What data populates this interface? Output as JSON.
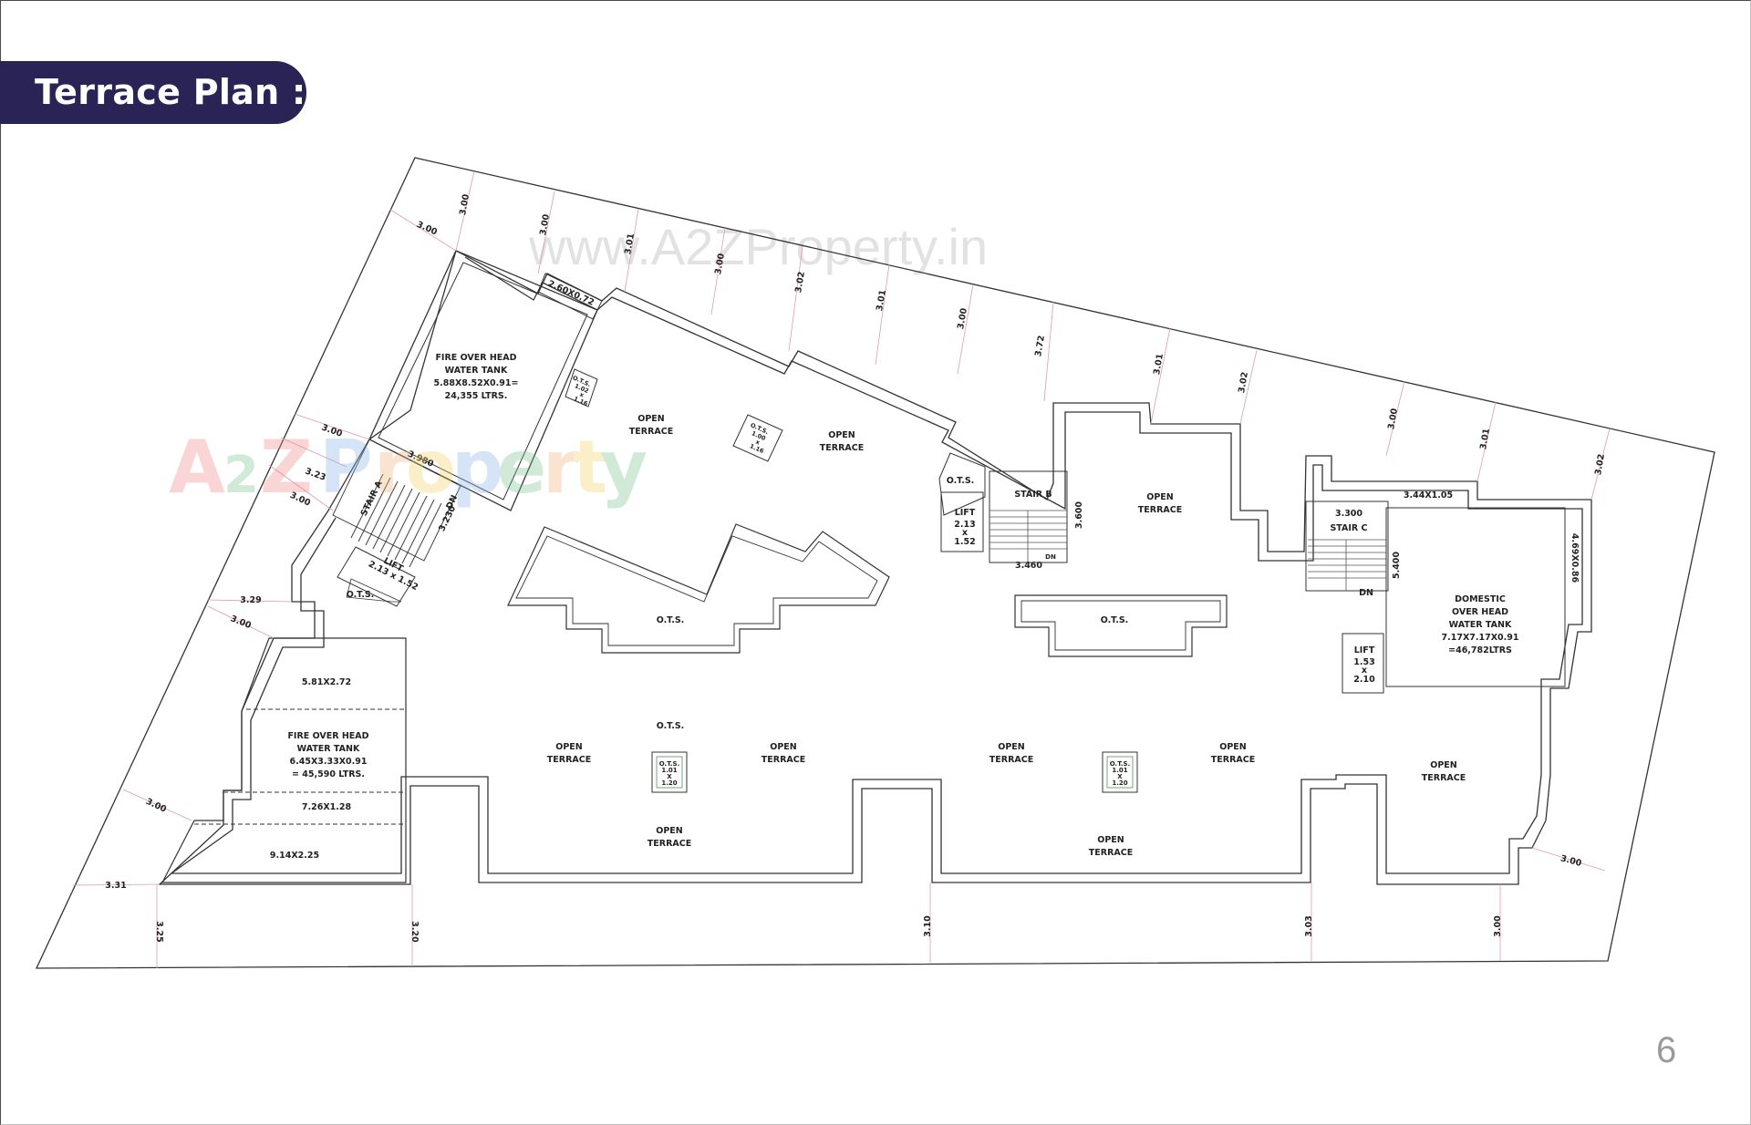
{
  "header": {
    "title": "Terrace Plan :"
  },
  "footer": {
    "page_number": "6"
  },
  "watermark": {
    "url": "www.A2ZProperty.in",
    "logo_letters": [
      "A",
      "2",
      "Z",
      "P",
      "r",
      "o",
      "p",
      "e",
      "r",
      "t",
      "y"
    ],
    "logo_colors": [
      "#ef8a8a",
      "#7cc48f",
      "#ef8a8a",
      "#8db3ec",
      "#f3b27a",
      "#f5d36a",
      "#8db3ec",
      "#7cc48f",
      "#f3b27a",
      "#f5d36a",
      "#7cc48f"
    ]
  },
  "colors": {
    "title_bg": "#2a2356",
    "title_text": "#ffffff",
    "wall": "#333333",
    "dimension": "#e39aa8",
    "page_num": "#9a9a9a"
  },
  "plan": {
    "fire_tank_1": {
      "lines": [
        "FIRE OVER HEAD",
        "WATER TANK",
        "5.88X8.52X0.91=",
        "24,355 LTRS."
      ]
    },
    "fire_tank_2": {
      "lines": [
        "FIRE OVER HEAD",
        "WATER TANK",
        "6.45X3.33X0.91",
        "= 45,590  LTRS."
      ]
    },
    "domestic_tank": {
      "lines": [
        "DOMESTIC",
        "OVER HEAD",
        "WATER TANK",
        "7.17X7.17X0.91",
        "=46,782LTRS"
      ]
    },
    "rooms": {
      "r_581": "5.81X2.72",
      "r_726": "7.26X1.28",
      "r_914": "9.14X2.25",
      "r_260": "2.60X0.72",
      "r_344": "3.44X1.05",
      "r_469": "4.69X0.86"
    },
    "stairs": {
      "a": {
        "label": "STAIR A",
        "width": "3.980",
        "depth": "3.230",
        "dn": "DN"
      },
      "b": {
        "label": "STAIR B",
        "width": "3.460",
        "depth": "3.600",
        "dn": "DN"
      },
      "c": {
        "label": "STAIR C",
        "width": "3.300",
        "depth": "5.400",
        "dn": "DN"
      }
    },
    "lifts": {
      "a": {
        "label": "LIFT",
        "size": "2.13 x 1.52"
      },
      "b": {
        "label": "LIFT",
        "l1": "2.13",
        "x": "x",
        "l2": "1.52"
      },
      "c": {
        "label": "LIFT",
        "l1": "1.53",
        "x": "x",
        "l2": "2.10"
      }
    },
    "ots_small": [
      {
        "l0": "O.T.S.",
        "l1": "1.02",
        "l2": "x",
        "l3": "1.16"
      },
      {
        "l0": "O.T.S.",
        "l1": "1.00",
        "l2": "x",
        "l3": "1.16"
      },
      {
        "l0": "O.T.S.",
        "l1": "1.01",
        "l2": "X",
        "l3": "1.20"
      },
      {
        "l0": "O.T.S.",
        "l1": "1.01",
        "l2": "X",
        "l3": "1.20"
      }
    ],
    "ots_label": "O.T.S.",
    "open_terrace": [
      "OPEN",
      "TERRACE"
    ],
    "top_dimensions": [
      "3.00",
      "3.00",
      "3.00",
      "3.01",
      "3.00",
      "3.02",
      "3.01",
      "3.00",
      "3.72",
      "3.01",
      "3.02",
      "3.00",
      "3.01",
      "3.02"
    ],
    "left_dimensions": [
      "3.00",
      "3.23",
      "3.00",
      "3.29",
      "3.00",
      "3.00",
      "3.31"
    ],
    "bottom_dimensions": [
      "3.25",
      "3.20",
      "3.10",
      "3.03",
      "3.00"
    ],
    "right_dimensions": [
      "3.00"
    ]
  }
}
